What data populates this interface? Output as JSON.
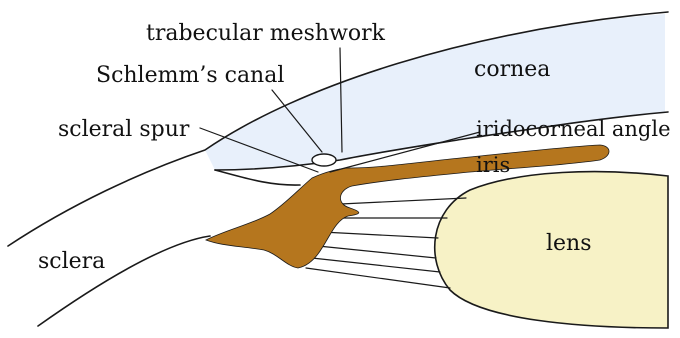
{
  "diagram": {
    "labels": {
      "trabecular_meshwork": "trabecular meshwork",
      "schlemms_canal": "Schlemm’s canal",
      "scleral_spur": "scleral spur",
      "cornea": "cornea",
      "iridocorneal_angle": "iridocorneal angle",
      "iris": "iris",
      "sclera": "sclera",
      "lens": "lens"
    },
    "colors": {
      "cornea_fill": "#e8f0fb",
      "iris_fill": "#b5761e",
      "lens_fill": "#f7f2c6",
      "outline": "#1a1a1a"
    }
  }
}
